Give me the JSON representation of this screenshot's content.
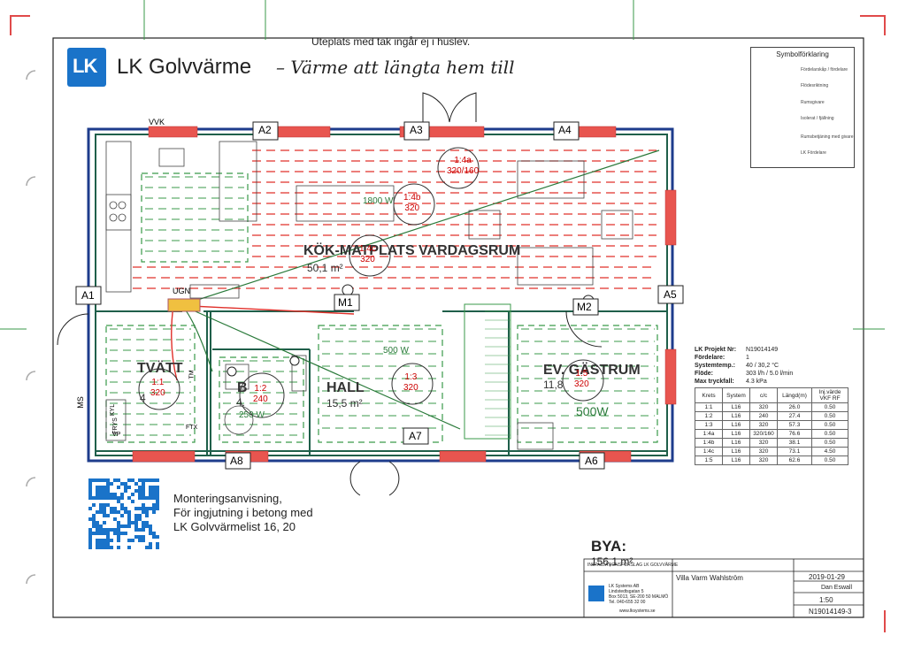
{
  "header": {
    "brand": "LK Golvvärme",
    "slogan": "– Värme att längta hem till",
    "outdoor_note": "Uteplats med tak ingår ej i huslev."
  },
  "legend": {
    "title": "Symbolförklaring",
    "rows": [
      "Fördelarskåp / fördelare",
      "Flödesriktning",
      "Rumsgivare",
      "Isolerat / fjällning",
      "Rumsbetjäning med givare",
      "LK Fördelare"
    ]
  },
  "markers": {
    "a1": "A1",
    "a2": "A2",
    "a3": "A3",
    "a4": "A4",
    "a5": "A5",
    "a6": "A6",
    "a7": "A7",
    "a8": "A8",
    "m1": "M1",
    "m2": "M2",
    "ms": "MS",
    "vvk": "VVK",
    "ugn": "UGN",
    "tm": "TM",
    "ftx": "FTX",
    "kyl": "KYL",
    "frys": "FRYS",
    "vp": "VP"
  },
  "rooms": {
    "kok": {
      "name": "KÖK-MATPLATS VARDAGSRUM",
      "area": "50,1 m²"
    },
    "tvatt": {
      "name": "TVÄTT",
      "area": "4"
    },
    "bad": {
      "name": "B",
      "area": "4."
    },
    "hall": {
      "name": "HALL",
      "area": "15,5 m²"
    },
    "ev": {
      "name": "EV. GÄSTRUM",
      "area": "11,8"
    }
  },
  "circuits": [
    {
      "id": "1:4a",
      "cc": "320/160"
    },
    {
      "id": "1:4b",
      "cc": "320"
    },
    {
      "id": "1:4c",
      "cc": "320"
    },
    {
      "id": "1:1",
      "cc": "320"
    },
    {
      "id": "1:2",
      "cc": "240"
    },
    {
      "id": "1:3",
      "cc": "320"
    },
    {
      "id": "1:5",
      "cc": "320"
    }
  ],
  "power_notes": {
    "p1800": "1800 W",
    "p500hall": "500 W",
    "p250": "250 W",
    "p500ev": "500W"
  },
  "project": {
    "lines": [
      {
        "label": "LK Projekt Nr:",
        "value": "N19014149"
      },
      {
        "label": "Fördelare:",
        "value": "1"
      },
      {
        "label": "Systemtemp.:",
        "value": "40 / 30,2 °C"
      },
      {
        "label": "Flöde:",
        "value": "303 l/h / 5.0 l/min"
      },
      {
        "label": "Max tryckfall:",
        "value": "4.3 kPa"
      }
    ],
    "table": {
      "headers": [
        "Krets",
        "System",
        "c/c",
        "Längd(m)",
        "Inj.värde VKF RF"
      ],
      "rows": [
        [
          "1:1",
          "L16",
          "320",
          "26.0",
          "0.50"
        ],
        [
          "1:2",
          "L16",
          "240",
          "27.4",
          "0.50"
        ],
        [
          "1:3",
          "L16",
          "320",
          "57.3",
          "0.50"
        ],
        [
          "1:4a",
          "L16",
          "320/160",
          "76.6",
          "0.50"
        ],
        [
          "1:4b",
          "L16",
          "320",
          "38.1",
          "0.50"
        ],
        [
          "1:4c",
          "L16",
          "320",
          "73.1",
          "4.50"
        ],
        [
          "1:5",
          "L16",
          "320",
          "62.6",
          "0.50"
        ]
      ]
    }
  },
  "mounting": {
    "line1": "Monteringsanvisning,",
    "line2": "För ingjutning i betong med",
    "line3": "LK Golvvärmelist 16, 20"
  },
  "bya": {
    "label": "BYA:",
    "value": "156,1 m²"
  },
  "title_block": {
    "header": "INSTALLATIONSFÖRSLAG LK GOLVVÄRME",
    "company1": "LK Systems AB",
    "company2": "Lindstedtsgatan 5",
    "company3": "Box 5013, SE-200 50 MALMÖ",
    "company4": "Tel. 040-655 32 00",
    "website": "www.lksystems.se",
    "project": "Villa Varm Wahlström",
    "date": "2019-01-29",
    "drawn_by": "Dan Eswall",
    "scale": "1:50",
    "doc_no": "N19014149-3"
  },
  "colors": {
    "pipe_red": "#e0302a",
    "pipe_green": "#3a9a4a",
    "wall_green": "#1f5f4a",
    "window_red": "#e8554f",
    "lk_blue": "#1a73c9",
    "wall_blue": "#1e3c8c"
  }
}
